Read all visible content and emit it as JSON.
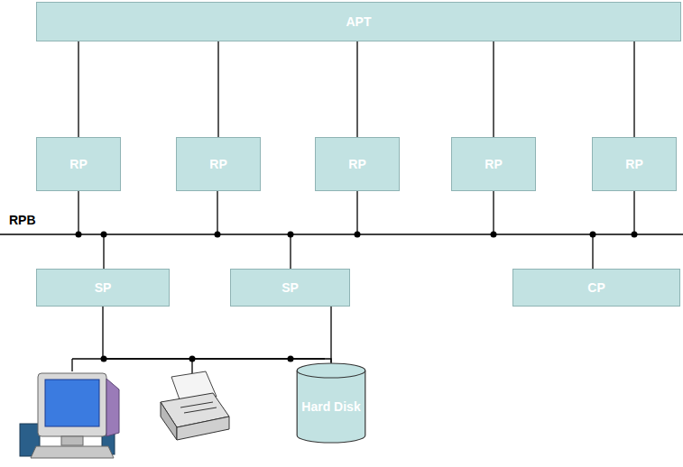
{
  "diagram": {
    "nodes": [
      {
        "text": [
          "APT"
        ]
      },
      {
        "text": [
          "RP"
        ]
      },
      {
        "text": [
          "RP"
        ]
      },
      {
        "text": [
          "RP"
        ]
      },
      {
        "text": [
          "RP"
        ]
      },
      {
        "text": [
          "RP"
        ]
      },
      {
        "text": [
          "SP"
        ]
      },
      {
        "text": [
          "SP"
        ]
      },
      {
        "text": [
          "CP"
        ]
      },
      {
        "text": [
          "Hard Disk"
        ]
      }
    ],
    "edges": [
      {
        "from": 0,
        "to": 1,
        "arrow": "none"
      },
      {
        "from": 0,
        "to": 2,
        "arrow": "none"
      },
      {
        "from": 0,
        "to": 3,
        "arrow": "none"
      },
      {
        "from": 0,
        "to": 4,
        "arrow": "none"
      },
      {
        "from": 0,
        "to": 5,
        "arrow": "none"
      },
      {
        "from": 6,
        "to": 9,
        "arrow": "none"
      },
      {
        "from": 7,
        "to": 9,
        "arrow": "none"
      }
    ],
    "labels": [
      "RPB"
    ]
  }
}
